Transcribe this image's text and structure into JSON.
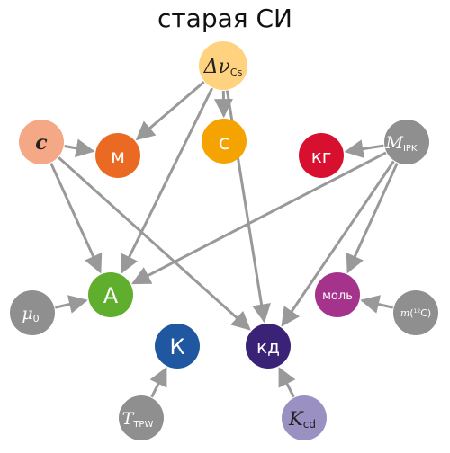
{
  "title": "старая СИ",
  "colors": {
    "arrow": "#999999",
    "delta_nu_cs": "#FFD27F",
    "c": "#F4A886",
    "m": "#EA6A23",
    "s": "#F5A300",
    "kg": "#D8102F",
    "m_ipk": "#8F8F8F",
    "mu0": "#8F8F8F",
    "a": "#60AE2E",
    "mol": "#A5338C",
    "m12c": "#8F8F8F",
    "k": "#1F58A1",
    "kd": "#3A2277",
    "t_tpw": "#8F8F8F",
    "k_cd": "#9A90C2"
  },
  "nodes": {
    "delta_nu_cs": {
      "main": "Δν",
      "sub": "Cs"
    },
    "c": {
      "main": "c"
    },
    "m": {
      "main": "м"
    },
    "s": {
      "main": "с"
    },
    "kg": {
      "main": "кг"
    },
    "m_ipk": {
      "main": "M",
      "sub": "IPK"
    },
    "mu0": {
      "main": "μ",
      "sub": "0"
    },
    "a": {
      "main": "А"
    },
    "mol": {
      "main": "моль"
    },
    "m12c": {
      "main": "m",
      "paren": "(",
      "sup": "12",
      "elem": "C",
      "paren_close": ")"
    },
    "k": {
      "main": "К"
    },
    "kd": {
      "main": "кд"
    },
    "t_tpw": {
      "main": "T",
      "sub": "TPW"
    },
    "k_cd": {
      "main": "K",
      "sub": "cd"
    }
  },
  "edges": [
    {
      "from": "delta_nu_cs",
      "to": "m"
    },
    {
      "from": "delta_nu_cs",
      "to": "s"
    },
    {
      "from": "delta_nu_cs",
      "to": "a"
    },
    {
      "from": "delta_nu_cs",
      "to": "kd"
    },
    {
      "from": "c",
      "to": "m"
    },
    {
      "from": "c",
      "to": "a"
    },
    {
      "from": "c",
      "to": "kd"
    },
    {
      "from": "m_ipk",
      "to": "kg"
    },
    {
      "from": "m_ipk",
      "to": "a"
    },
    {
      "from": "m_ipk",
      "to": "mol"
    },
    {
      "from": "m_ipk",
      "to": "kd"
    },
    {
      "from": "mu0",
      "to": "a"
    },
    {
      "from": "m12c",
      "to": "mol"
    },
    {
      "from": "t_tpw",
      "to": "k"
    },
    {
      "from": "k_cd",
      "to": "kd"
    }
  ]
}
